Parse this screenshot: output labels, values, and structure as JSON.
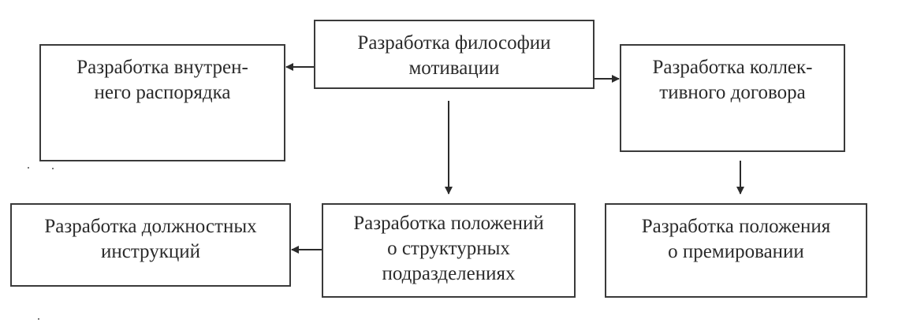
{
  "diagram": {
    "nodes": {
      "motivation_philosophy": {
        "lines": [
          "Разработка философии",
          "мотивации"
        ]
      },
      "internal_regulations": {
        "lines": [
          "Разработка внутрен-",
          "него распорядка"
        ]
      },
      "collective_agreement": {
        "lines": [
          "Разработка коллек-",
          "тивного договора"
        ]
      },
      "job_descriptions": {
        "lines": [
          "Разработка должностных",
          "инструкций"
        ]
      },
      "department_regulations": {
        "lines": [
          "Разработка положений",
          "о структурных",
          "подразделениях"
        ]
      },
      "bonus_regulations": {
        "lines": [
          "Разработка положения",
          "о премировании"
        ]
      }
    },
    "edges": [
      {
        "from": "motivation_philosophy",
        "to": "internal_regulations"
      },
      {
        "from": "motivation_philosophy",
        "to": "collective_agreement"
      },
      {
        "from": "motivation_philosophy",
        "to": "department_regulations"
      },
      {
        "from": "collective_agreement",
        "to": "bonus_regulations"
      },
      {
        "from": "department_regulations",
        "to": "job_descriptions"
      }
    ]
  }
}
